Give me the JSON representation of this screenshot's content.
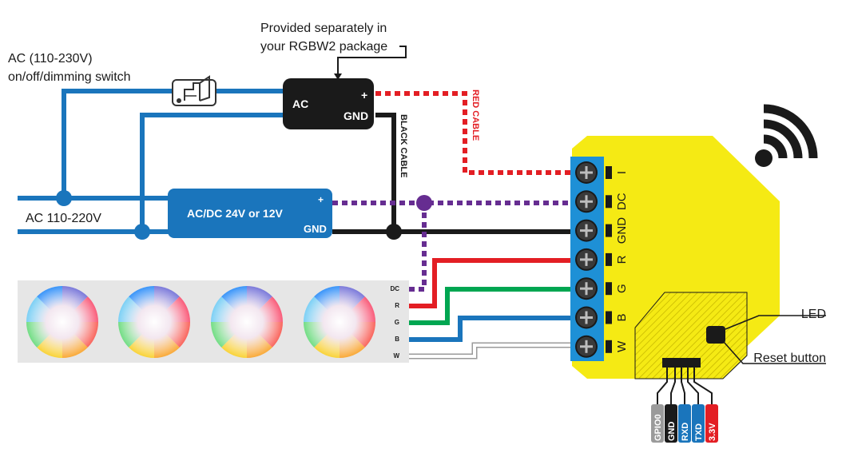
{
  "labels": {
    "provided_note_line1": "Provided separately in",
    "provided_note_line2": "your RGBW2 package",
    "ac_switch_line1": "AC (110-230V)",
    "ac_switch_line2": "on/off/dimming switch",
    "ac_mains": "AC 110-220V",
    "psu_ac": "AC",
    "psu_plus": "+",
    "psu_gnd": "GND",
    "psu_main": "AC/DC 24V or 12V",
    "psu_main_plus": "+",
    "psu_main_gnd": "GND",
    "black_cable": "BLACK CABLE",
    "red_cable": "RED CABLE",
    "led": "LED",
    "reset_button": "Reset button"
  },
  "terminals": [
    "I",
    "DC",
    "GND",
    "R",
    "G",
    "B",
    "W"
  ],
  "strip_pins": [
    "DC",
    "R",
    "G",
    "B",
    "W"
  ],
  "header_pins": [
    "GPIO0",
    "GND",
    "RXD",
    "TXD",
    "3.3V"
  ],
  "colors": {
    "blue_wire": "#1a75bc",
    "black_wire": "#1a1a1a",
    "red_wire": "#e31e24",
    "green_wire": "#00a651",
    "white_wire": "#d9d9d9",
    "purple_wire": "#662d91",
    "device_yellow": "#f5ea14",
    "terminal_blue": "#1e90d6",
    "pin_gray": "#9b9b9b",
    "pin_black": "#1a1a1a",
    "pin_blue": "#1a75bc",
    "pin_red": "#e31e24"
  }
}
